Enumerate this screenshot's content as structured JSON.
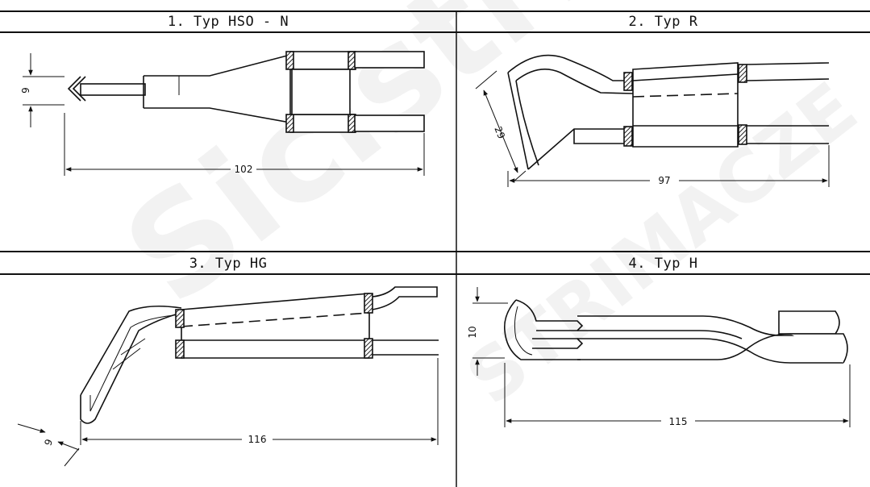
{
  "panels": [
    {
      "title": "1. Typ HSO - N",
      "dims": {
        "length": "102",
        "width": "9"
      }
    },
    {
      "title": "2. Typ R",
      "dims": {
        "length": "97",
        "width": "29"
      }
    },
    {
      "title": "3. Typ HG",
      "dims": {
        "length": "116",
        "width": "9"
      }
    },
    {
      "title": "4. Typ H",
      "dims": {
        "length": "115",
        "width": "10"
      }
    }
  ],
  "watermark": {
    "main": "Sicistrie",
    "secondary": "STRIMACZE"
  },
  "colors": {
    "ink": "#111111",
    "hatch": "#333333",
    "paper": "#ffffff"
  }
}
